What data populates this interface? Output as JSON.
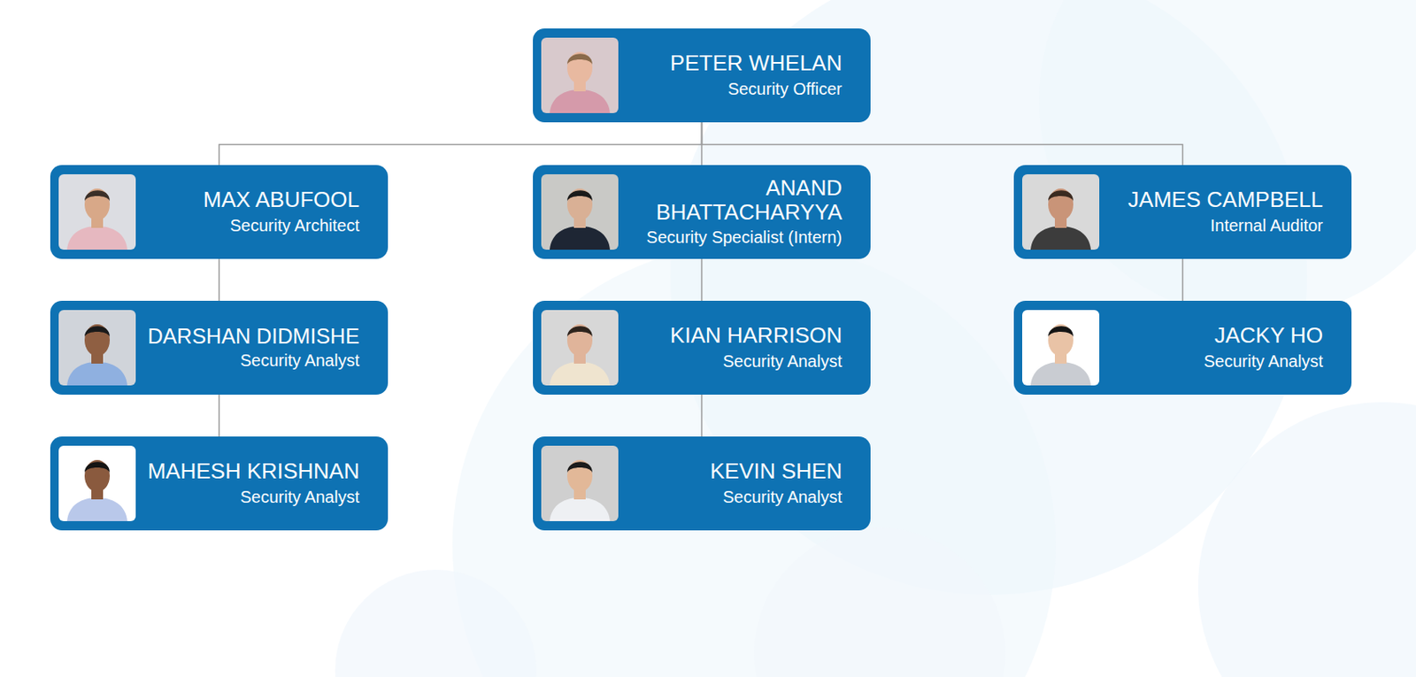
{
  "diagram": {
    "nodes": [
      {
        "text": [
          "PETER WHELAN",
          "Security Officer"
        ]
      },
      {
        "text": [
          "MAX ABUFOOL",
          "Security Architect"
        ]
      },
      {
        "text": [
          "ANAND BHATTACHARYYA",
          "Security Specialist (Intern)"
        ]
      },
      {
        "text": [
          "JAMES CAMPBELL",
          "Internal Auditor"
        ]
      },
      {
        "text": [
          "DARSHAN DIDMISHE",
          "Security Analyst"
        ]
      },
      {
        "text": [
          "KIAN HARRISON",
          "Security Analyst"
        ]
      },
      {
        "text": [
          "JACKY HO",
          "Security Analyst"
        ]
      },
      {
        "text": [
          "MAHESH KRISHNAN",
          "Security Analyst"
        ]
      },
      {
        "text": [
          "KEVIN SHEN",
          "Security Analyst"
        ]
      }
    ],
    "edges": [
      {
        "from": 0,
        "to": 1,
        "arrow": "none"
      },
      {
        "from": 0,
        "to": 2,
        "arrow": "none"
      },
      {
        "from": 0,
        "to": 3,
        "arrow": "none"
      },
      {
        "from": 1,
        "to": 4,
        "arrow": "none"
      },
      {
        "from": 2,
        "to": 5,
        "arrow": "none"
      },
      {
        "from": 3,
        "to": 6,
        "arrow": "none"
      },
      {
        "from": 4,
        "to": 7,
        "arrow": "none"
      },
      {
        "from": 5,
        "to": 8,
        "arrow": "none"
      }
    ]
  }
}
